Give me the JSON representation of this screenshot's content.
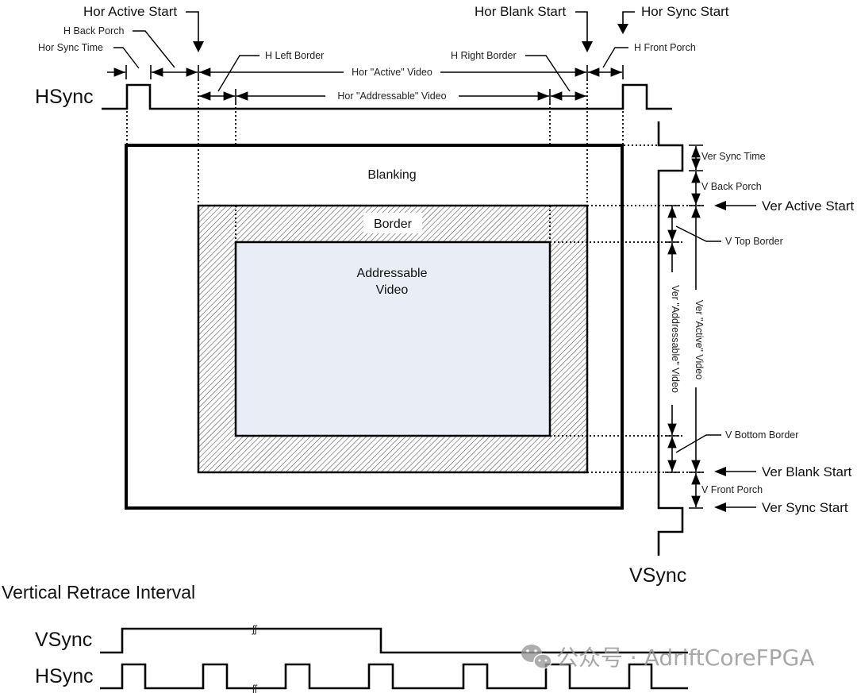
{
  "diagram": {
    "type": "video-timing-diagram",
    "horizontal_labels": {
      "hor_active_start": "Hor Active Start",
      "h_back_porch": "H Back Porch",
      "hor_sync_time": "Hor Sync Time",
      "h_left_border": "H Left Border",
      "hor_active_video": "Hor \"Active\" Video",
      "hor_addressable_video": "Hor \"Addressable\" Video",
      "h_right_border": "H Right Border",
      "hor_blank_start": "Hor Blank Start",
      "hor_sync_start": "Hor Sync Start",
      "h_front_porch": "H Front Porch"
    },
    "signals": {
      "hsync": "HSync",
      "vsync": "VSync"
    },
    "regions": {
      "blanking": "Blanking",
      "border": "Border",
      "addressable_line1": "Addressable",
      "addressable_line2": "Video"
    },
    "vertical_labels": {
      "ver_sync_time": "Ver Sync Time",
      "v_back_porch": "V Back Porch",
      "ver_active_start": "Ver Active Start",
      "v_top_border": "V Top Border",
      "ver_addressable_video": "Ver \"Addressable\" Video",
      "ver_active_video": "Ver \"Active\" Video",
      "v_bottom_border": "V Bottom Border",
      "ver_blank_start": "Ver Blank Start",
      "v_front_porch": "V Front Porch",
      "ver_sync_start": "Ver Sync Start"
    },
    "retrace": {
      "title": "Vertical Retrace Interval",
      "vsync_label": "VSync",
      "hsync_label": "HSync",
      "break_mark": "ʃʃ"
    },
    "colors": {
      "addressable_fill": "#e8edf6",
      "line": "#000000",
      "watermark": "#9a9a9a"
    }
  },
  "watermark": {
    "icon": "wechat-icon",
    "text": "公众号 · AdriftCoreFPGA"
  }
}
